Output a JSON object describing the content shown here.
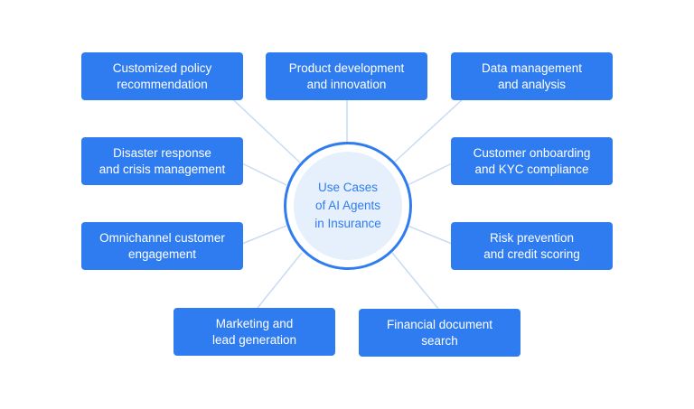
{
  "center": {
    "title": "Use Cases\nof AI Agents\nin Insurance"
  },
  "colors": {
    "accent": "#2f7cf0",
    "hub_fill": "#e6f0fd",
    "connector": "#c9dbf3"
  },
  "nodes": [
    {
      "label": "Customized policy\nrecommendation"
    },
    {
      "label": "Product development\nand innovation"
    },
    {
      "label": "Data management\nand analysis"
    },
    {
      "label": "Disaster response\nand crisis management"
    },
    {
      "label": "Customer onboarding\nand KYC compliance"
    },
    {
      "label": "Omnichannel customer\nengagement"
    },
    {
      "label": "Risk prevention\nand credit scoring"
    },
    {
      "label": "Marketing and\nlead generation"
    },
    {
      "label": "Financial document\nsearch"
    }
  ]
}
